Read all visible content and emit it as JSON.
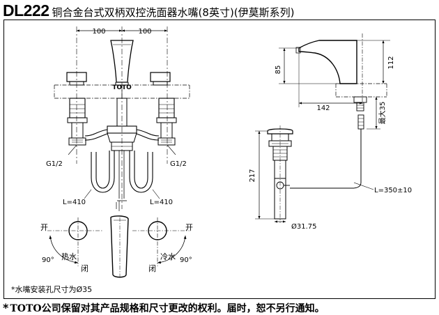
{
  "header": {
    "model": "DL222",
    "description": "铜合金台式双柄双控洗面器水嘴(8英寸)(伊莫斯系列)"
  },
  "labels": {
    "brand_plate": "TOTO",
    "dim_spread_left": "100",
    "dim_spread_right": "100",
    "thread_left": "G1/2",
    "thread_right": "G1/2",
    "hose_left": "L=410",
    "hose_right": "L=410",
    "open_left": "开",
    "open_right": "开",
    "closed_left": "闭",
    "closed_right": "闭",
    "hot_water": "热水",
    "cold_water": "冷水",
    "angle_left": "90°",
    "angle_right": "90°",
    "dim_height_85": "85",
    "dim_height_112": "112",
    "dim_reach_142": "142",
    "dim_max_35": "最大35",
    "dim_drain_217": "217",
    "dim_rod": "L=350±10",
    "dim_diameter": "Ø31.75"
  },
  "notes": {
    "hole_size": "*水嘴安装孔尺寸为Ø35"
  },
  "footer": {
    "star": "*",
    "brand": "TOTO",
    "text": "公司保留对其产品规格和尺寸更改的权利。届时，恕不另行通知。"
  }
}
